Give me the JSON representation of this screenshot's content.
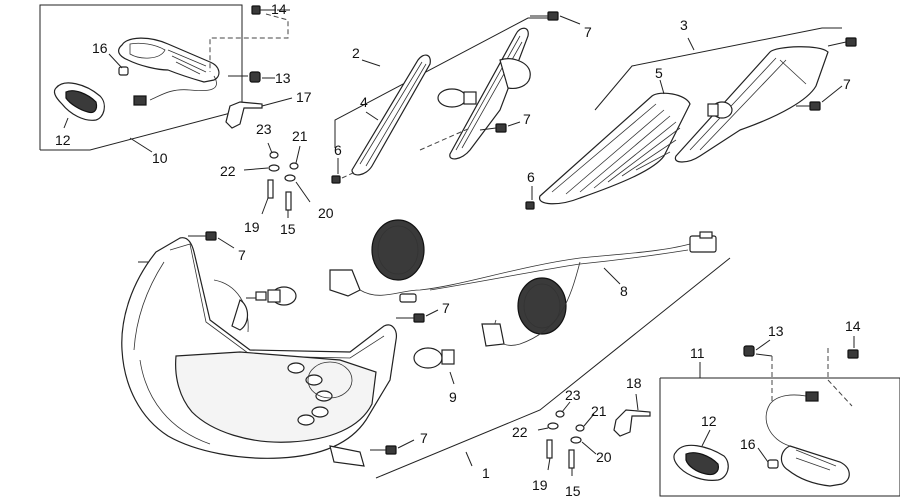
{
  "callouts": {
    "c1": "1",
    "c2": "2",
    "c3": "3",
    "c4": "4",
    "c5": "5",
    "c6a": "6",
    "c6b": "6",
    "c7a": "7",
    "c7b": "7",
    "c7c": "7",
    "c7d": "7",
    "c7e": "7",
    "c7f": "7",
    "c8": "8",
    "c9": "9",
    "c10": "10",
    "c11": "11",
    "c12a": "12",
    "c12b": "12",
    "c13a": "13",
    "c13b": "13",
    "c14a": "14",
    "c14b": "14",
    "c15a": "15",
    "c15b": "15",
    "c16a": "16",
    "c16b": "16",
    "c17": "17",
    "c18": "18",
    "c19a": "19",
    "c19b": "19",
    "c20a": "20",
    "c20b": "20",
    "c21a": "21",
    "c21b": "21",
    "c22a": "22",
    "c22b": "22",
    "c23a": "23",
    "c23b": "23"
  }
}
